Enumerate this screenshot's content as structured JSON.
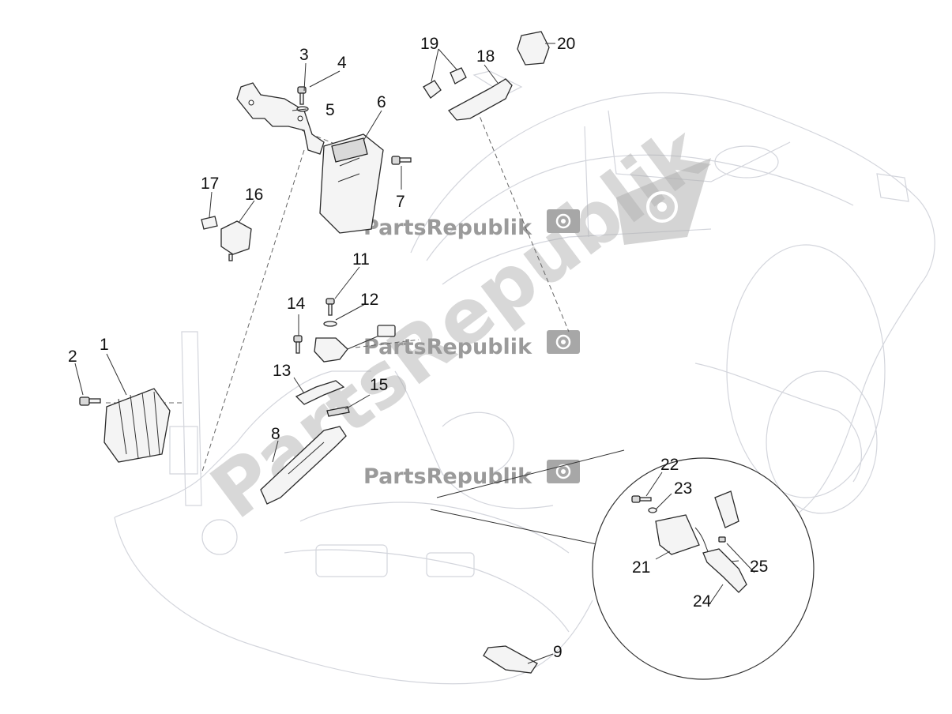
{
  "watermark": {
    "brand": "PartsRepublik",
    "color": "#9a9a9a"
  },
  "callouts": {
    "n1": "1",
    "n2": "2",
    "n3": "3",
    "n4": "4",
    "n5": "5",
    "n6": "6",
    "n7": "7",
    "n8": "8",
    "n9": "9",
    "n11": "11",
    "n12": "12",
    "n13": "13",
    "n14": "14",
    "n15": "15",
    "n16": "16",
    "n17": "17",
    "n18": "18",
    "n19": "19",
    "n20": "20",
    "n21": "21",
    "n22": "22",
    "n23": "23",
    "n24": "24",
    "n25": "25"
  },
  "icons": [
    "gear-flag-icon"
  ],
  "colors": {
    "outline": "#2a2a2a",
    "ghost": "#d3d5dc",
    "watermark": "#9a9a9a"
  }
}
